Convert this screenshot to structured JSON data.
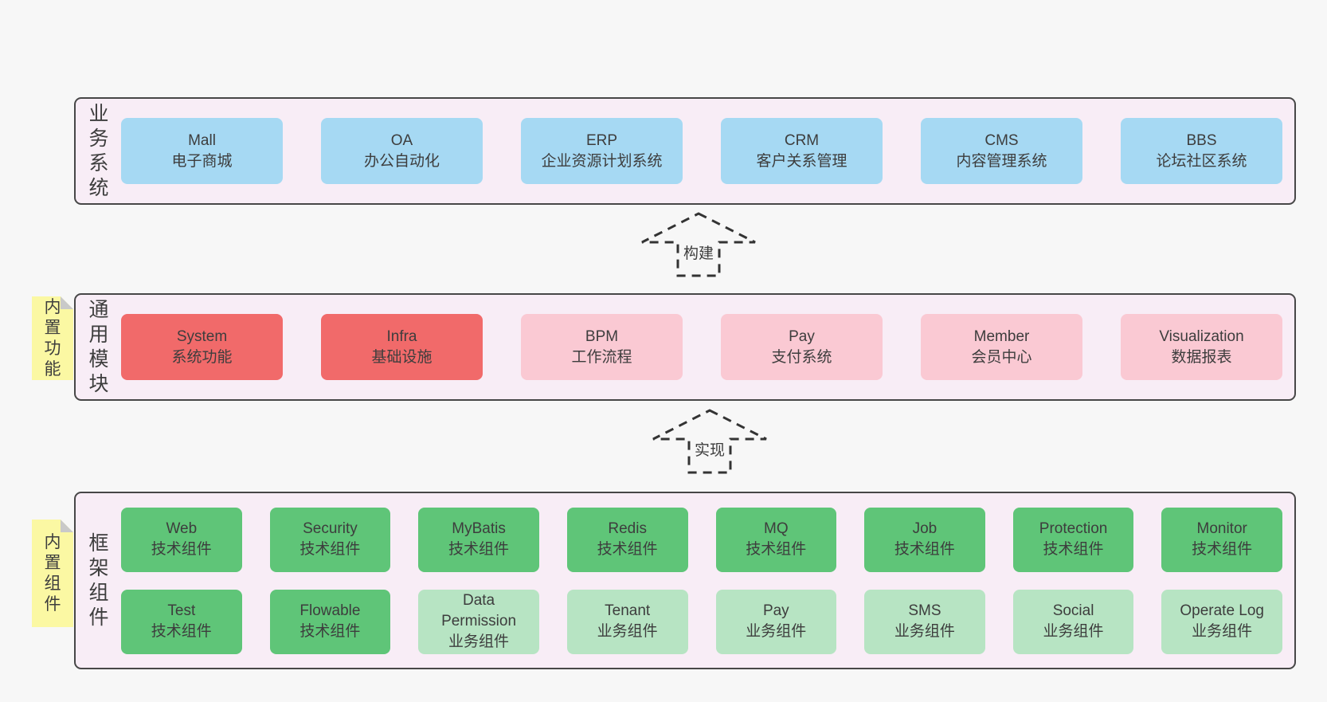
{
  "colors": {
    "page-bg": "#f7f7f7",
    "layer-bg": "#f8edf6",
    "layer-border": "#474747",
    "blue": "#a6d9f3",
    "red": "#f16a6a",
    "pink": "#fac9d3",
    "green-dark": "#5fc578",
    "green-light": "#b7e4c3",
    "note-yellow": "#fbf8a3",
    "note-fold": "#c9c9c9",
    "text": "#3d3d3d",
    "arrow": "#333333"
  },
  "layers": [
    {
      "label": "业务系统",
      "boxes": [
        {
          "title": "Mall",
          "subtitle": "电子商城"
        },
        {
          "title": "OA",
          "subtitle": "办公自动化"
        },
        {
          "title": "ERP",
          "subtitle": "企业资源计划系统"
        },
        {
          "title": "CRM",
          "subtitle": "客户关系管理"
        },
        {
          "title": "CMS",
          "subtitle": "内容管理系统"
        },
        {
          "title": "BBS",
          "subtitle": "论坛社区系统"
        }
      ]
    },
    {
      "label": "通用模块",
      "note": "内置功能",
      "boxes": [
        {
          "title": "System",
          "subtitle": "系统功能"
        },
        {
          "title": "Infra",
          "subtitle": "基础设施"
        },
        {
          "title": "BPM",
          "subtitle": "工作流程"
        },
        {
          "title": "Pay",
          "subtitle": "支付系统"
        },
        {
          "title": "Member",
          "subtitle": "会员中心"
        },
        {
          "title": "Visualization",
          "subtitle": "数据报表"
        }
      ]
    },
    {
      "label": "框架组件",
      "note": "内置组件",
      "rows": [
        [
          {
            "title": "Web",
            "subtitle": "技术组件"
          },
          {
            "title": "Security",
            "subtitle": "技术组件"
          },
          {
            "title": "MyBatis",
            "subtitle": "技术组件"
          },
          {
            "title": "Redis",
            "subtitle": "技术组件"
          },
          {
            "title": "MQ",
            "subtitle": "技术组件"
          },
          {
            "title": "Job",
            "subtitle": "技术组件"
          },
          {
            "title": "Protection",
            "subtitle": "技术组件"
          },
          {
            "title": "Monitor",
            "subtitle": "技术组件"
          }
        ],
        [
          {
            "title": "Test",
            "subtitle": "技术组件"
          },
          {
            "title": "Flowable",
            "subtitle": "技术组件"
          },
          {
            "title": "Data Permission",
            "subtitle": "业务组件"
          },
          {
            "title": "Tenant",
            "subtitle": "业务组件"
          },
          {
            "title": "Pay",
            "subtitle": "业务组件"
          },
          {
            "title": "SMS",
            "subtitle": "业务组件"
          },
          {
            "title": "Social",
            "subtitle": "业务组件"
          },
          {
            "title": "Operate Log",
            "subtitle": "业务组件"
          }
        ]
      ]
    }
  ],
  "arrows": [
    {
      "label": "构建"
    },
    {
      "label": "实现"
    }
  ]
}
